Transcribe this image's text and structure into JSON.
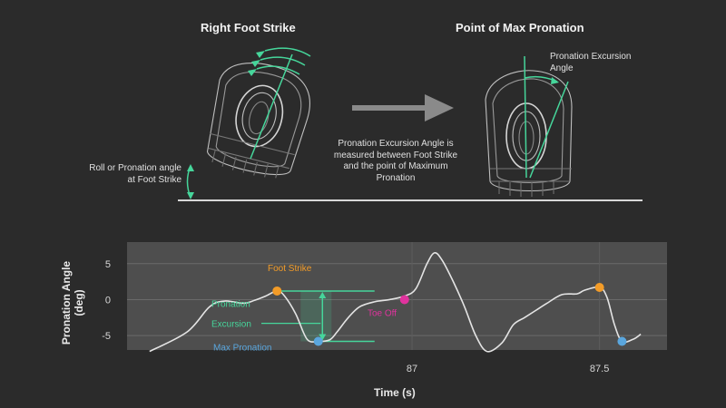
{
  "illustration": {
    "left_title": "Right Foot Strike",
    "right_title": "Point of Max Pronation",
    "roll_label": "Roll or Pronation angle at Foot Strike",
    "excursion_label": "Pronation Excursion Angle",
    "center_note": "Pronation Excursion Angle is measured between Foot Strike and the point of Maximum Pronation",
    "icons": [
      "left-shoe-icon",
      "right-shoe-icon",
      "arrow-right-icon"
    ]
  },
  "colors": {
    "background": "#2b2b2b",
    "plot_bg": "#4e4e4e",
    "foot_strike": "#f39c28",
    "toe_off": "#e0339e",
    "max_pronation": "#5aa6dd",
    "excursion": "#46d69b",
    "line": "#e4e4e4"
  },
  "chart_data": {
    "type": "line",
    "xlabel": "Time (s)",
    "ylabel": "Pronation Angle (deg)",
    "xlim": [
      86.24,
      87.68
    ],
    "ylim": [
      -7,
      8
    ],
    "xticks": [
      87,
      87.5
    ],
    "xtick_labels": [
      "87",
      "87.5"
    ],
    "yticks": [
      5,
      0,
      -5
    ],
    "ytick_labels": [
      "5",
      "0",
      "-5"
    ],
    "grid": true,
    "series": [
      {
        "x": [
          86.3,
          86.4,
          86.46,
          86.5,
          86.55,
          86.58,
          86.61,
          86.64,
          86.66,
          86.69,
          86.72,
          86.75,
          86.78,
          86.8,
          86.83,
          86.86,
          86.9,
          86.94,
          86.98,
          87.01,
          87.04,
          87.06,
          87.08,
          87.11,
          87.14,
          87.17,
          87.2,
          87.24,
          87.27,
          87.3,
          87.33,
          87.36,
          87.4,
          87.44,
          87.46,
          87.5,
          87.52,
          87.54,
          87.56,
          87.59,
          87.61
        ],
        "y": [
          -7.2,
          -4.5,
          -1.0,
          -0.2,
          -0.5,
          -0.1,
          0.5,
          1.2,
          0.5,
          -2.0,
          -5.5,
          -5.8,
          -5.6,
          -4.5,
          -2.5,
          -1.0,
          -0.3,
          0.0,
          0.5,
          1.5,
          5.0,
          6.5,
          5.5,
          2.5,
          -1.0,
          -5.0,
          -7.2,
          -6.0,
          -3.5,
          -2.5,
          -1.5,
          -0.5,
          0.7,
          0.8,
          1.3,
          1.7,
          0.3,
          -3.5,
          -5.8,
          -5.5,
          -4.8
        ]
      }
    ],
    "markers": [
      {
        "name": "Foot Strike",
        "x": 86.64,
        "y": 1.2,
        "color": "#f39c28"
      },
      {
        "name": "Max Pronation",
        "x": 86.75,
        "y": -5.8,
        "color": "#5aa6dd"
      },
      {
        "name": "Toe Off",
        "x": 86.98,
        "y": 0.0,
        "color": "#e0339e"
      },
      {
        "name": "",
        "x": 87.5,
        "y": 1.7,
        "color": "#f39c28"
      },
      {
        "name": "",
        "x": 87.56,
        "y": -5.8,
        "color": "#5aa6dd"
      }
    ],
    "annotations": {
      "foot_strike": "Foot Strike",
      "excursion_line1": "Pronation",
      "excursion_line2": "Excursion",
      "max_pronation": "Max Pronation",
      "toe_off": "Toe Off"
    }
  }
}
